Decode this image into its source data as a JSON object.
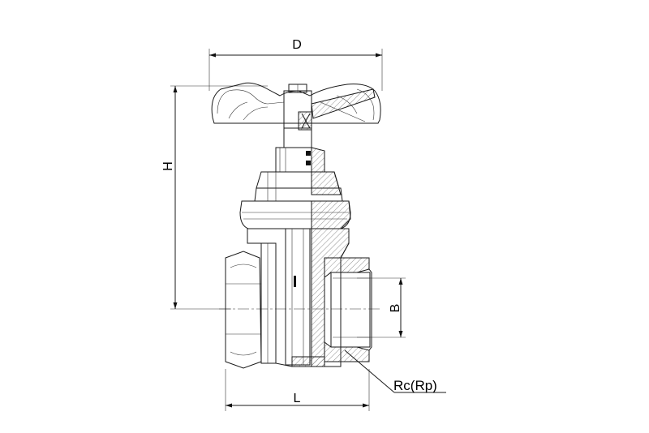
{
  "drawing": {
    "labels": {
      "diameter": "D",
      "height": "H",
      "bore": "B",
      "length": "L",
      "thread": "Rc(Rp)"
    }
  }
}
